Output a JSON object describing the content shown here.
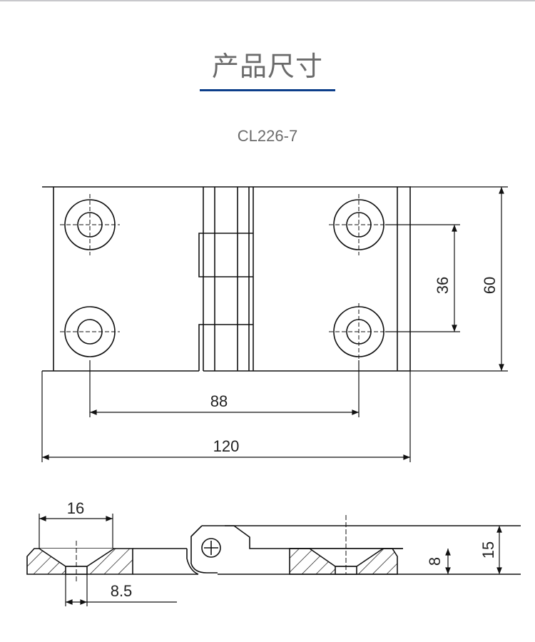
{
  "header": {
    "title": "产品尺寸",
    "model": "CL226-7"
  },
  "dimensions": {
    "hole_spacing_width": "88",
    "total_width": "120",
    "hole_spacing_height": "36",
    "total_height": "60",
    "countersink_diameter": "16",
    "hole_diameter": "8.5",
    "leaf_thickness": "8",
    "total_thickness": "15"
  },
  "colors": {
    "accent": "#0c3e8a",
    "text": "#6b6b6b"
  }
}
